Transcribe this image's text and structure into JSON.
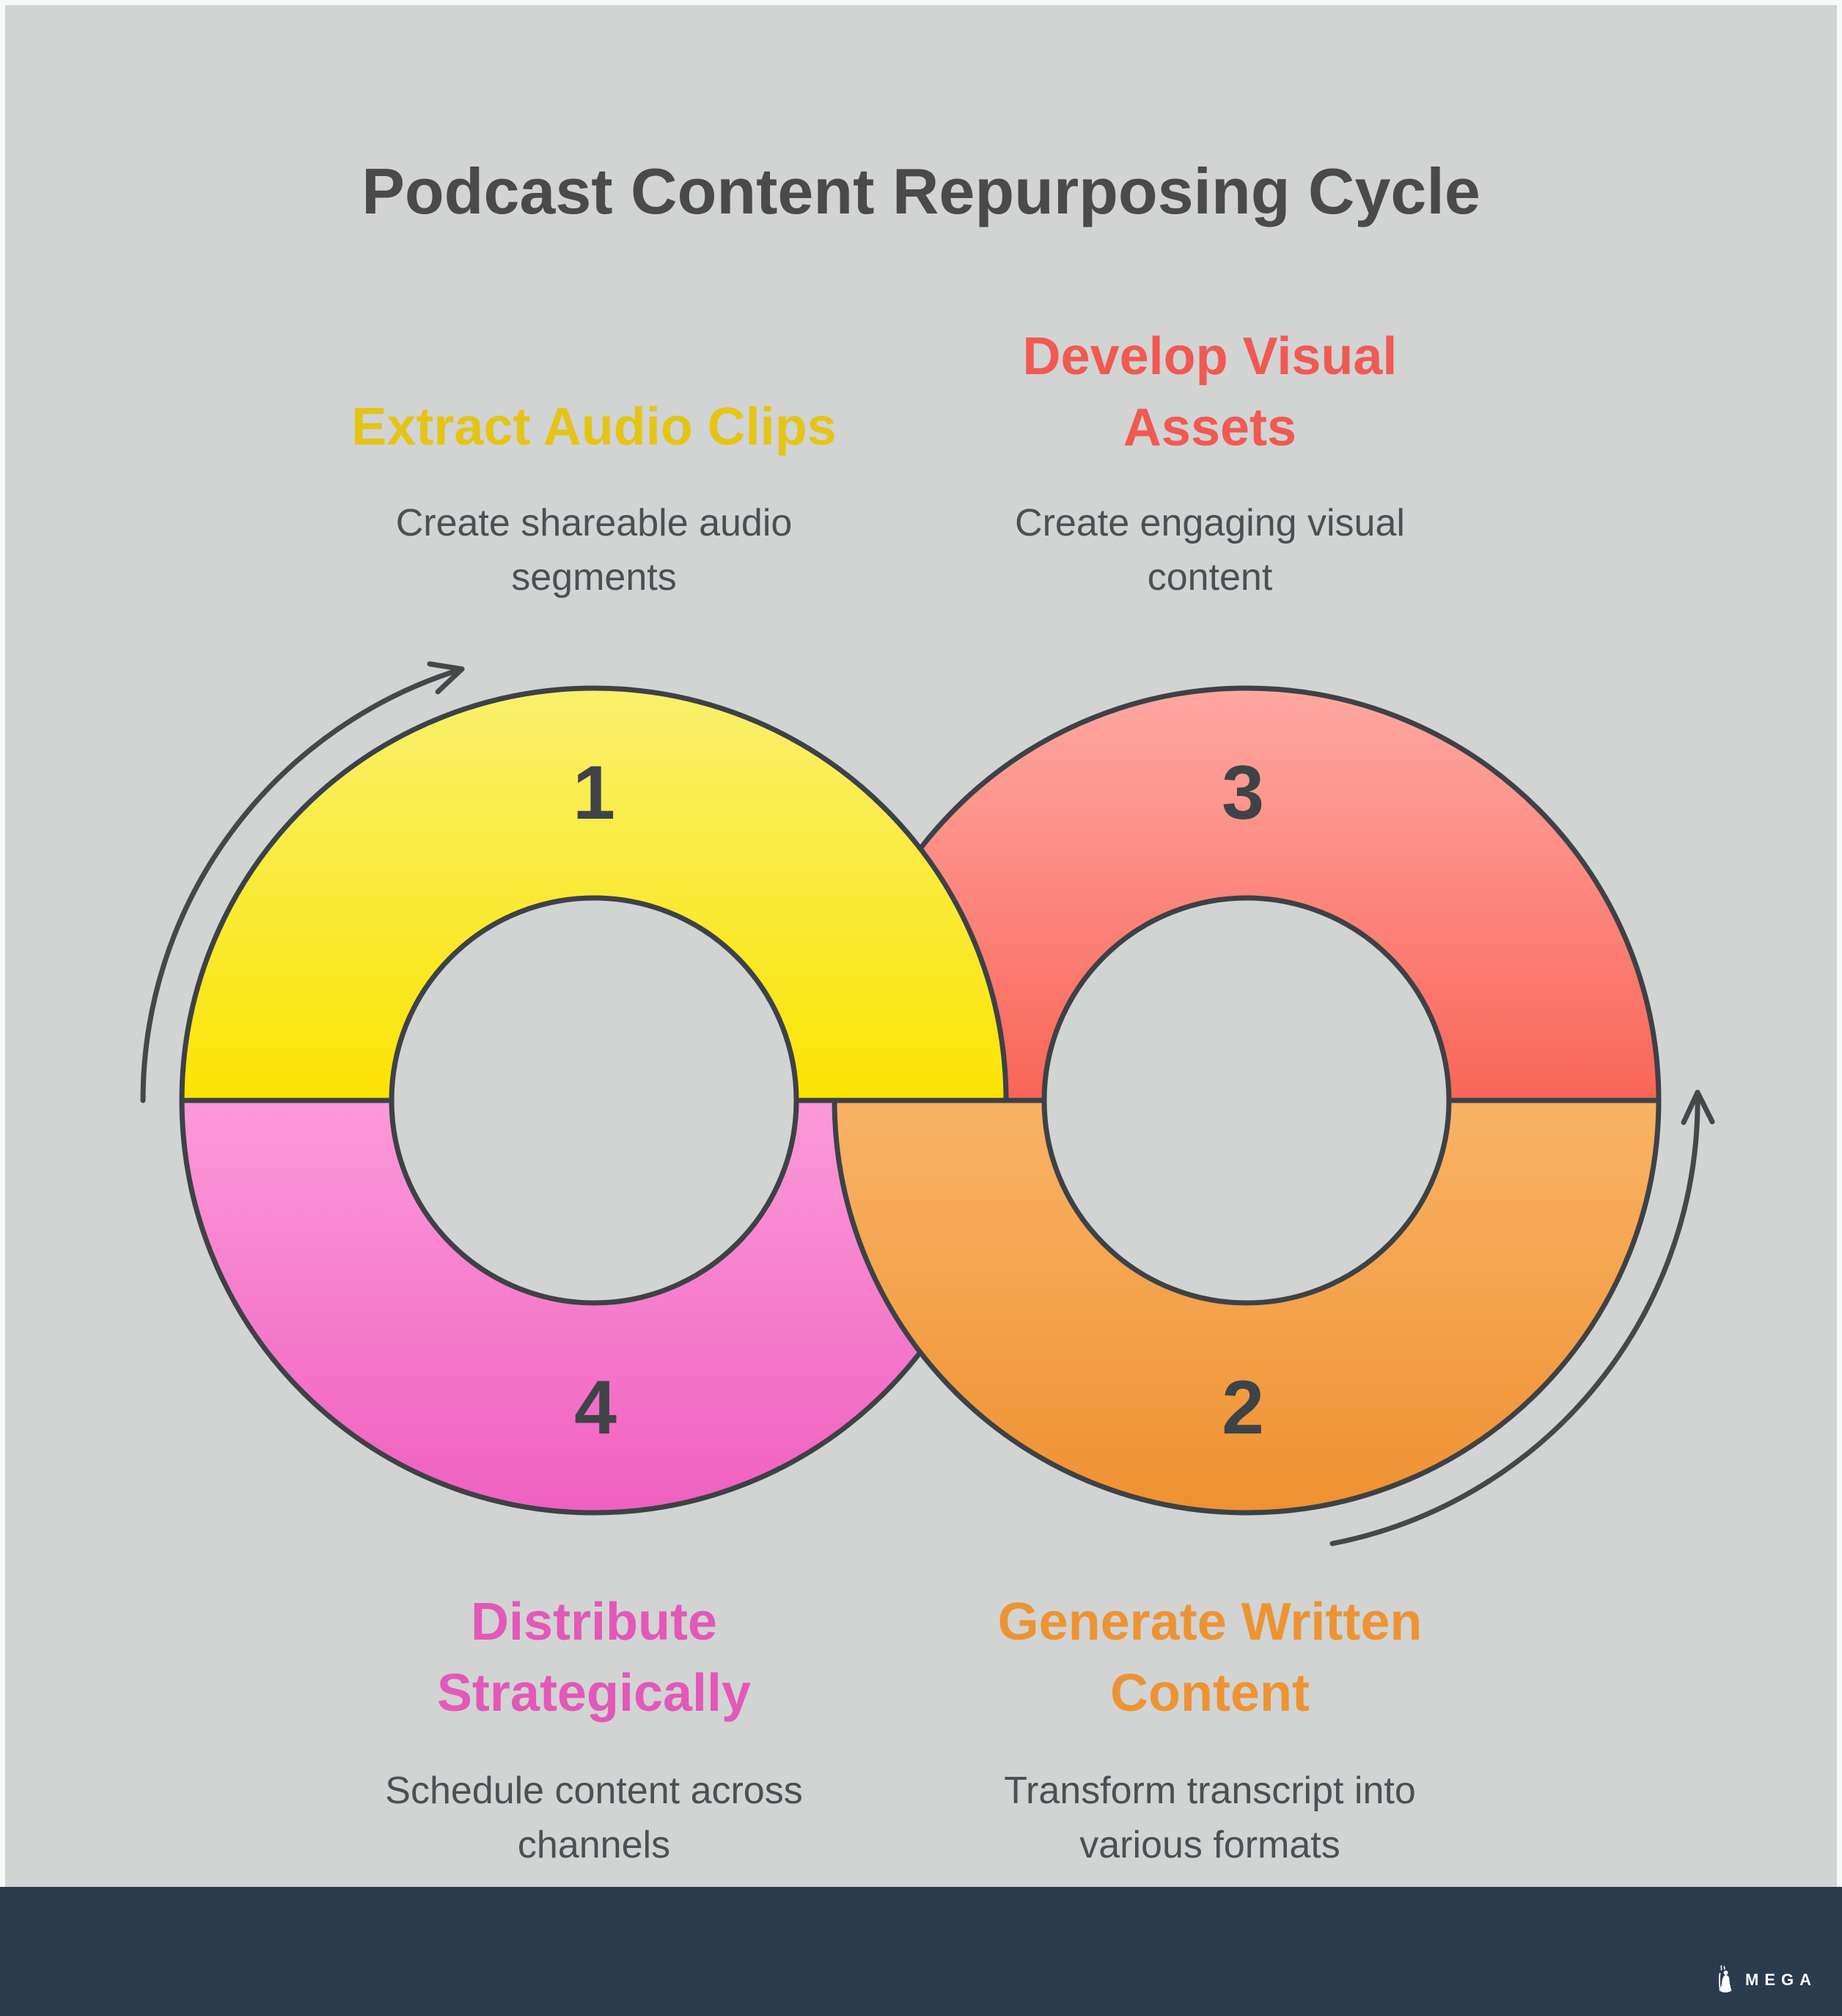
{
  "title": "Podcast Content Repurposing Cycle",
  "steps": {
    "one": {
      "number": "1",
      "heading1": "Extract Audio Clips",
      "desc1": "Create shareable audio",
      "desc2": "segments"
    },
    "two": {
      "number": "2",
      "heading1": "Generate Written",
      "heading2": "Content",
      "desc1": "Transform transcript into",
      "desc2": "various formats"
    },
    "three": {
      "number": "3",
      "heading1": "Develop Visual",
      "heading2": "Assets",
      "desc1": "Create engaging visual",
      "desc2": "content"
    },
    "four": {
      "number": "4",
      "heading1": "Distribute",
      "heading2": "Strategically",
      "desc1": "Schedule content across",
      "desc2": "channels"
    }
  },
  "footer": {
    "brand": "MEGA"
  },
  "colors": {
    "background": "#d2d3d3",
    "frame": "#f8f9f9",
    "footer_bar": "#2c3a4d",
    "outline": "#3e4145",
    "title_text": "#4a4a4a",
    "description_text": "#4c4f53",
    "number_text": "#3f4347",
    "heading_yellow": "#e3c517",
    "heading_red": "#ef5a52",
    "heading_pink": "#e259b7",
    "heading_orange": "#ec9434",
    "segment_yellow_top": "#f9f06d",
    "segment_yellow_bottom": "#fbe402",
    "segment_red_top": "#fda8a2",
    "segment_red_bottom": "#fa6558",
    "segment_pink_top": "#fc9ad9",
    "segment_pink_bottom": "#ef60c0",
    "segment_orange_top": "#f9b365",
    "segment_orange_bottom": "#ef9132"
  }
}
